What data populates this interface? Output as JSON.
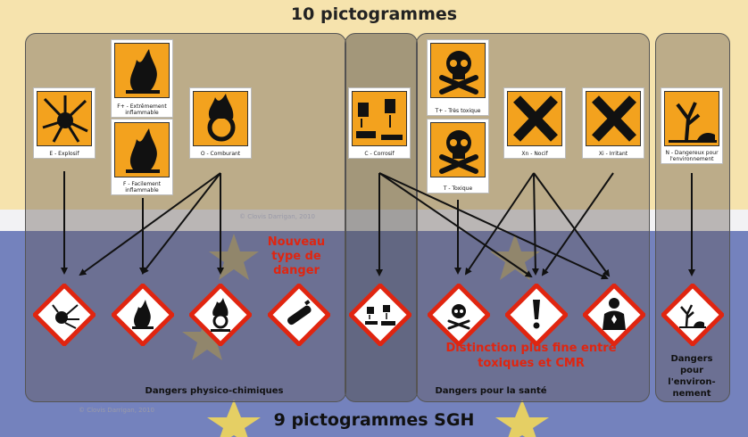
{
  "title_top": "10 pictogrammes",
  "title_bottom": "9 pictogrammes SGH",
  "watermark": "© Clovis Darrigan, 2010",
  "old_symbols": [
    {
      "name": "explosif",
      "caption": "E - Explosif",
      "icon": "explosion-icon"
    },
    {
      "name": "extremement-inflammable",
      "caption": "F+ - Extrêmement inflammable",
      "icon": "flame-icon"
    },
    {
      "name": "facilement-inflammable",
      "caption": "F - Facilement inflammable",
      "icon": "flame-icon"
    },
    {
      "name": "comburant",
      "caption": "O - Comburant",
      "icon": "flame-over-circle-icon"
    },
    {
      "name": "corrosif",
      "caption": "C - Corrosif",
      "icon": "corrosion-icon"
    },
    {
      "name": "tres-toxique",
      "caption": "T+ - Très toxique",
      "icon": "skull-icon"
    },
    {
      "name": "toxique",
      "caption": "T - Toxique",
      "icon": "skull-icon"
    },
    {
      "name": "nocif",
      "caption": "Xn - Nocif",
      "icon": "cross-icon"
    },
    {
      "name": "irritant",
      "caption": "Xi - Irritant",
      "icon": "cross-icon"
    },
    {
      "name": "dangereux-environnement",
      "caption": "N - Dangereux pour l'environnement",
      "icon": "dead-tree-icon"
    }
  ],
  "ghs_symbols": [
    {
      "name": "explosion",
      "icon": "exploding-bomb-icon"
    },
    {
      "name": "flamme",
      "icon": "flame-icon"
    },
    {
      "name": "flamme-cercle",
      "icon": "flame-over-circle-icon"
    },
    {
      "name": "bouteille-gaz",
      "icon": "gas-cylinder-icon"
    },
    {
      "name": "corrosion",
      "icon": "corrosion-icon"
    },
    {
      "name": "tete-de-mort",
      "icon": "skull-icon"
    },
    {
      "name": "point-exclamation",
      "icon": "exclamation-icon"
    },
    {
      "name": "danger-sante",
      "icon": "health-hazard-icon"
    },
    {
      "name": "environnement",
      "icon": "environment-icon"
    }
  ],
  "annotations": {
    "new_type": "Nouveau type de danger",
    "distinction": "Distinction plus fine entre toxiques et CMR"
  },
  "categories": {
    "physico": "Dangers physico-chimiques",
    "sante": "Dangers pour la santé",
    "environnement": "Dangers pour l'environ-nement"
  },
  "colors": {
    "orange": "#f3a21e",
    "red": "#e02510",
    "blue": "#7482bd",
    "beige": "#f6e3ad"
  }
}
